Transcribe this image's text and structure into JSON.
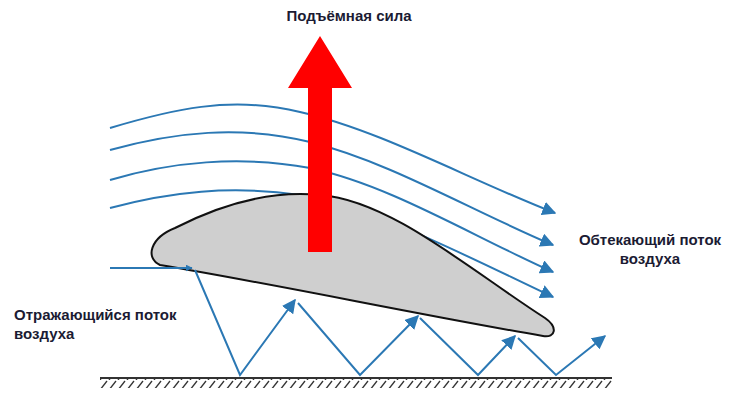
{
  "diagram": {
    "labels": [
      "Подъёмная сила",
      "Обтекающий поток воздуха",
      "Отражающийся поток воздуха"
    ]
  }
}
